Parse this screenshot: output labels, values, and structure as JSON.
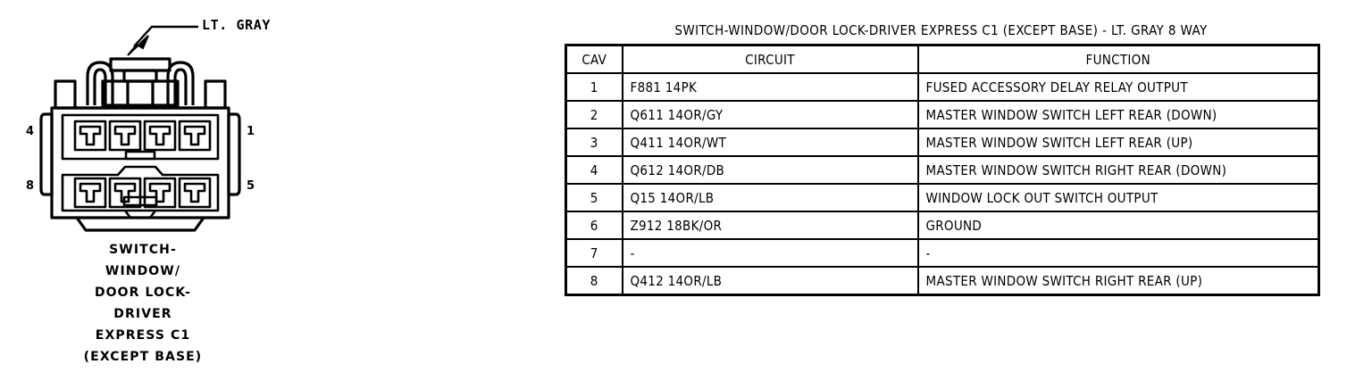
{
  "connector": {
    "callout_label": "LT. GRAY",
    "callout_icon": "arrow-pointer-icon",
    "pin_numbers": {
      "top_left": "4",
      "bottom_left": "8",
      "top_right": "1",
      "bottom_right": "5"
    },
    "caption_lines": [
      "SWITCH-",
      "WINDOW/",
      "DOOR LOCK-",
      "DRIVER",
      "EXPRESS C1",
      "(EXCEPT BASE)"
    ],
    "cavity_count": 8,
    "rows_of_cavities": 2,
    "cavities_per_row": 4
  },
  "table": {
    "title": "SWITCH-WINDOW/DOOR LOCK-DRIVER EXPRESS C1 (EXCEPT BASE) - LT. GRAY 8 WAY",
    "columns": [
      "CAV",
      "CIRCUIT",
      "FUNCTION"
    ],
    "rows": [
      {
        "cav": "1",
        "circuit": "F881 14PK",
        "function": "FUSED ACCESSORY DELAY RELAY OUTPUT"
      },
      {
        "cav": "2",
        "circuit": "Q611 14OR/GY",
        "function": "MASTER WINDOW SWITCH LEFT REAR (DOWN)"
      },
      {
        "cav": "3",
        "circuit": "Q411 14OR/WT",
        "function": "MASTER WINDOW SWITCH LEFT REAR (UP)"
      },
      {
        "cav": "4",
        "circuit": "Q612 14OR/DB",
        "function": "MASTER WINDOW SWITCH RIGHT REAR (DOWN)"
      },
      {
        "cav": "5",
        "circuit": "Q15 14OR/LB",
        "function": "WINDOW LOCK OUT SWITCH OUTPUT"
      },
      {
        "cav": "6",
        "circuit": "Z912 18BK/OR",
        "function": "GROUND"
      },
      {
        "cav": "7",
        "circuit": "-",
        "function": "-"
      },
      {
        "cav": "8",
        "circuit": "Q412 14OR/LB",
        "function": "MASTER WINDOW SWITCH RIGHT REAR (UP)"
      }
    ]
  },
  "colors": {
    "ink": "#000000",
    "background": "#ffffff"
  }
}
